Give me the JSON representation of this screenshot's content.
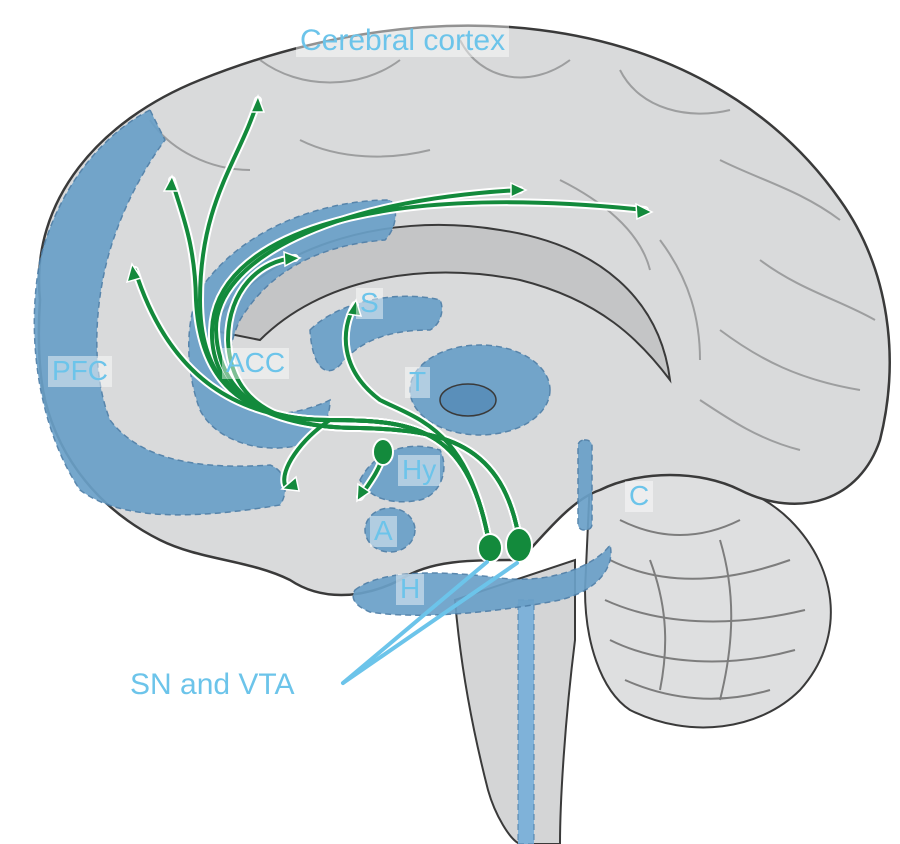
{
  "labels": {
    "cortex": "Cerebral cortex",
    "pfc": "PFC",
    "acc": "ACC",
    "striatum": "S",
    "thalamus": "T",
    "hypothalamus": "Hy",
    "amygdala": "A",
    "hippocampus": "H",
    "cerebellum": "C",
    "sn_vta": "SN and VTA"
  },
  "colors": {
    "brain_fill": "#d9dadb",
    "brain_outline": "#3a3a3a",
    "region_fill": "#6aa0c8",
    "pathway": "#138a3c",
    "label": "#6cc4ea"
  }
}
